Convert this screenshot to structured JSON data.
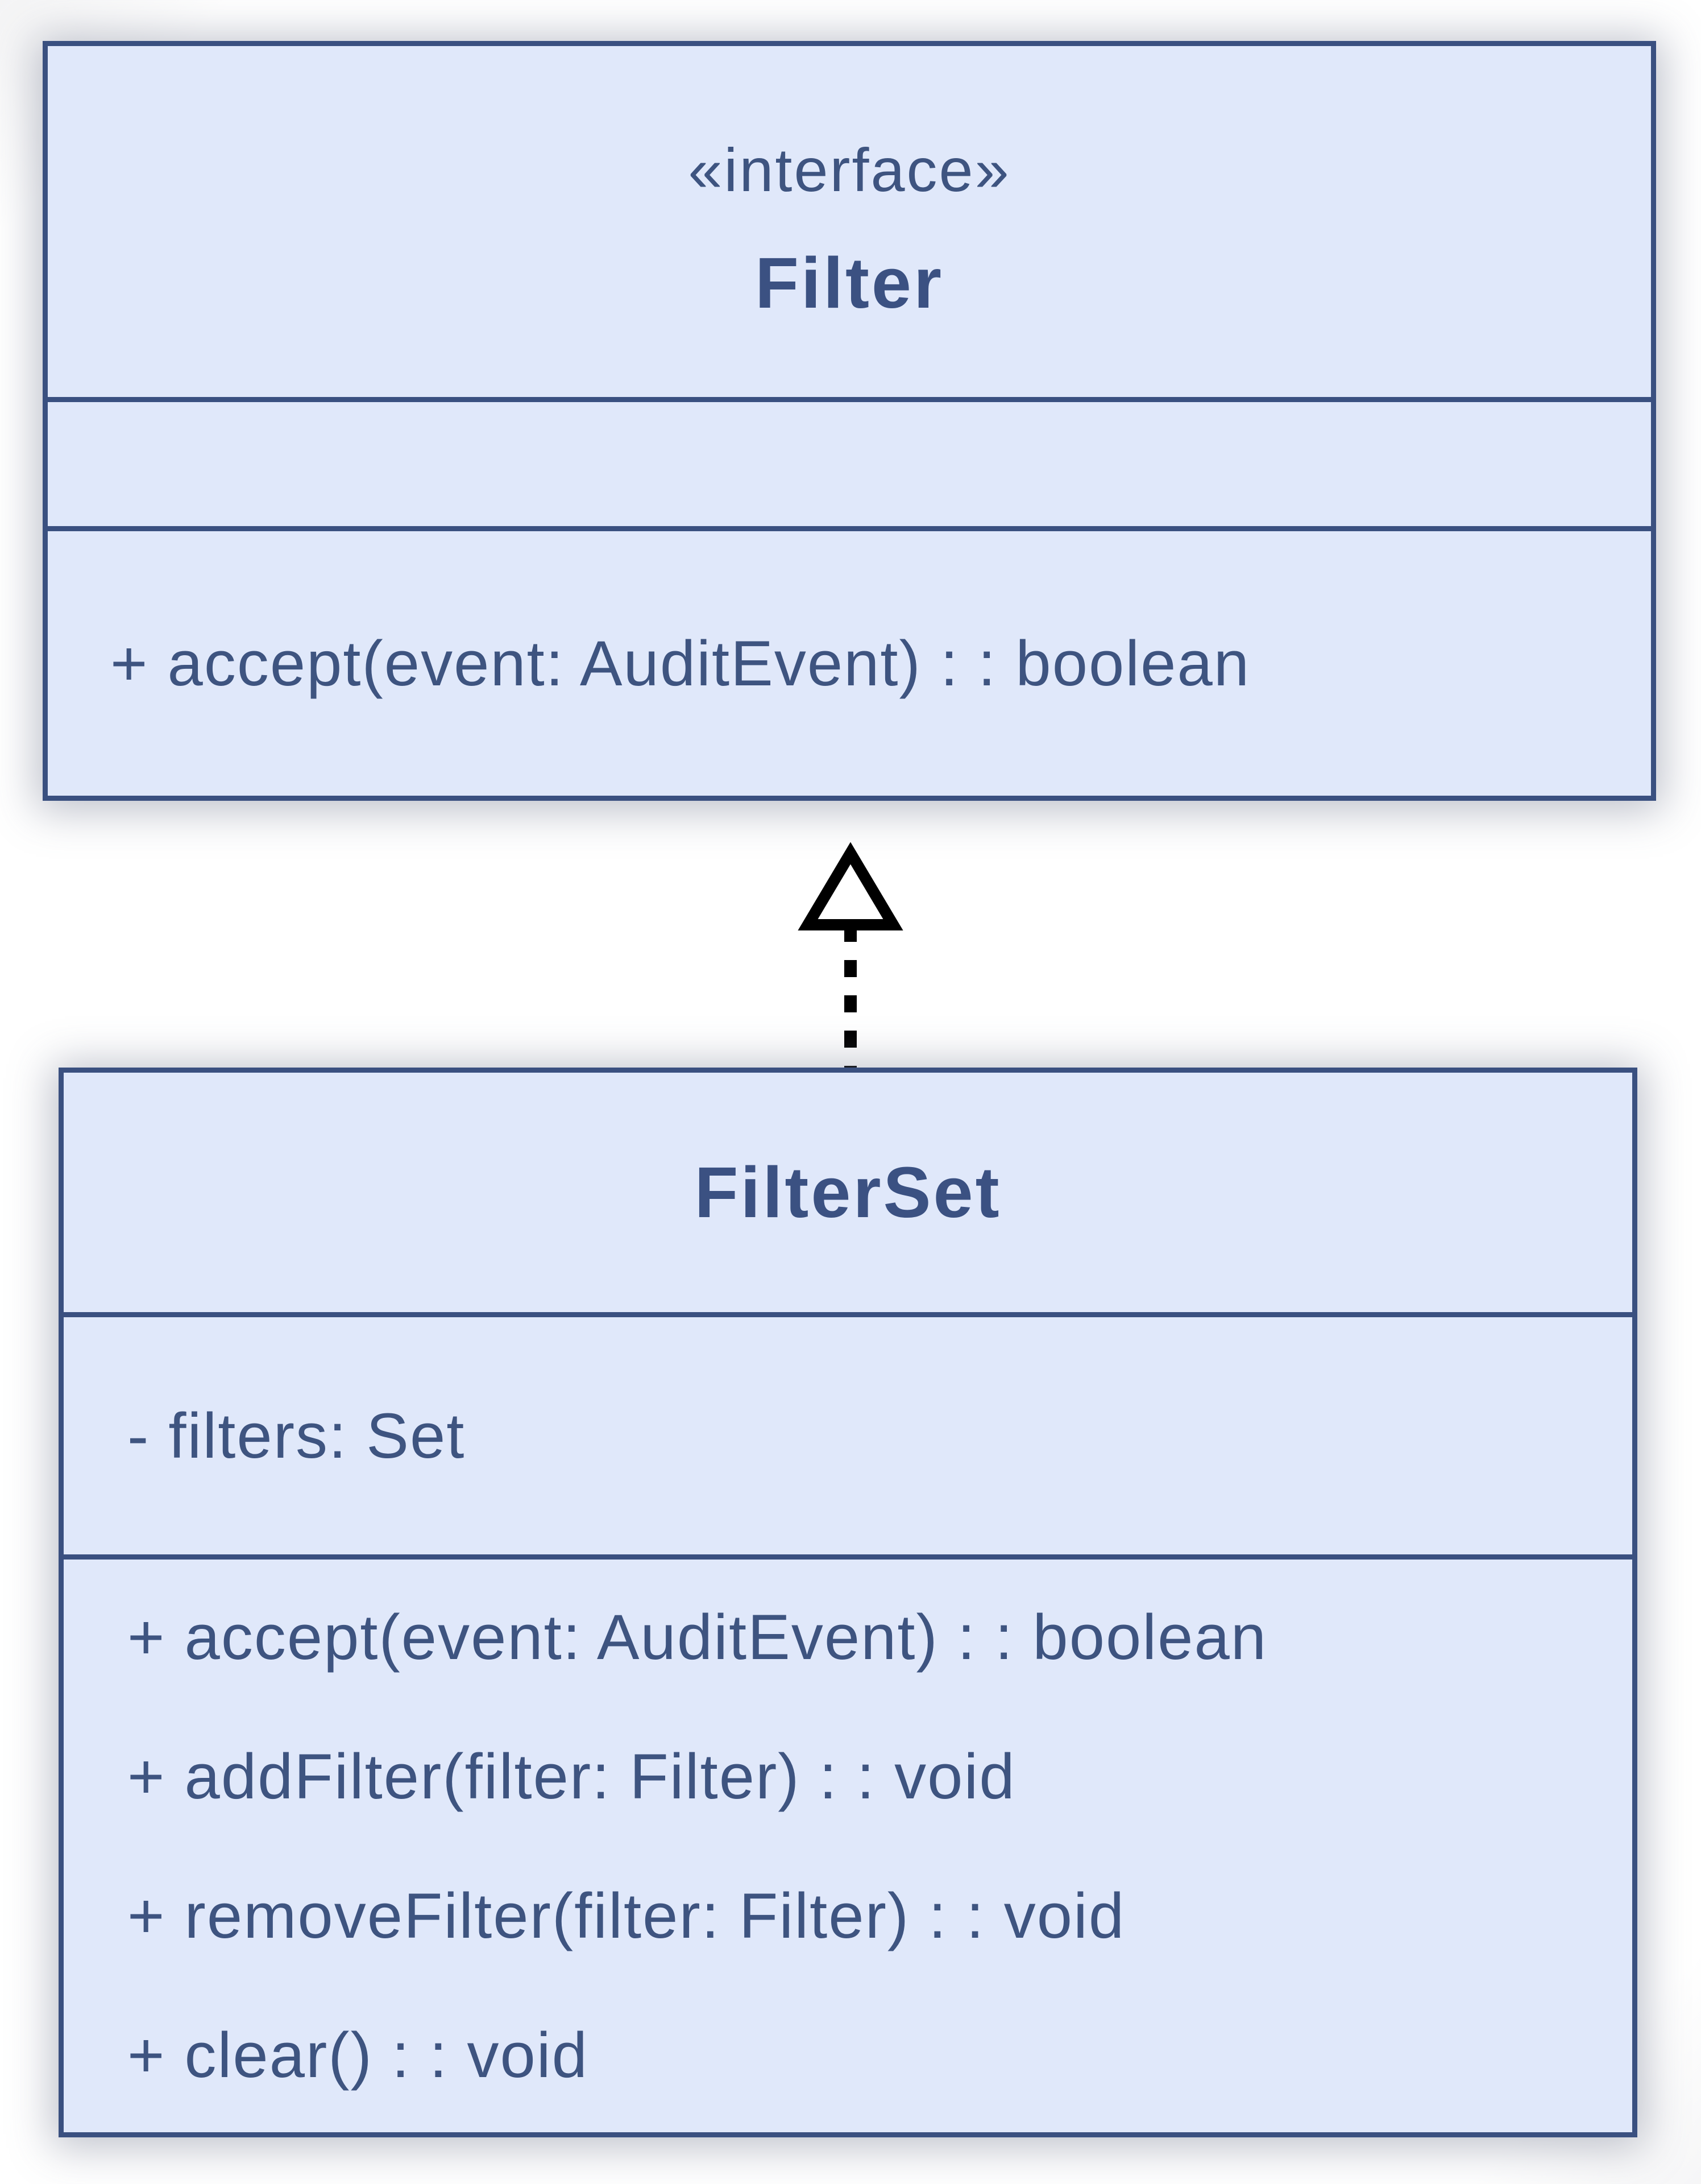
{
  "diagram_type": "uml-class-diagram",
  "colors": {
    "node_fill": "#e0e8fa",
    "node_border": "#3a5080",
    "text": "#3e5480",
    "arrow": "#000000",
    "background": "#ffffff"
  },
  "iface": {
    "stereotype": "«interface»",
    "name": "Filter",
    "attributes": [],
    "operations": [
      "+ accept(event: AuditEvent) : : boolean"
    ]
  },
  "cls": {
    "name": "FilterSet",
    "attributes": [
      "- filters: Set"
    ],
    "operations": [
      "+ accept(event: AuditEvent) : : boolean",
      "+ addFilter(filter: Filter) : : void",
      "+ removeFilter(filter: Filter) : : void",
      "+ clear() : : void"
    ]
  },
  "relationship": {
    "type": "realization",
    "from": "FilterSet",
    "to": "Filter",
    "line_style": "dashed",
    "arrowhead": "hollow-triangle"
  }
}
